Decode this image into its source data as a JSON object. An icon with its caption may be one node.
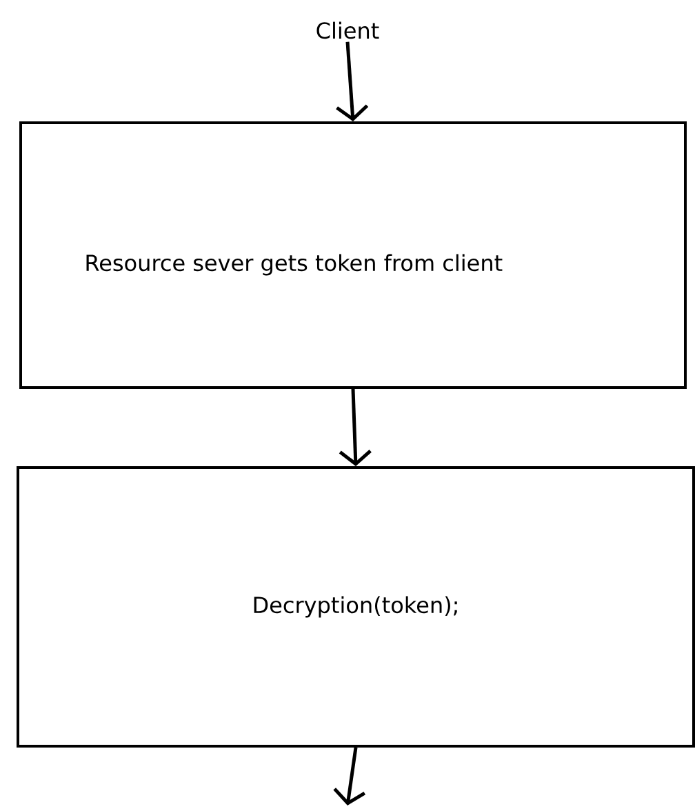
{
  "diagram": {
    "nodes": [
      {
        "text": [
          "Client"
        ]
      },
      {
        "text": [
          "Resource sever gets token from client"
        ]
      },
      {
        "text": [
          "Decryption(token);"
        ]
      }
    ],
    "edges": [
      {
        "from": 0,
        "to": 1,
        "arrow": "to"
      },
      {
        "from": 1,
        "to": 2,
        "arrow": "to"
      },
      {
        "from": 2,
        "to": null,
        "arrow": "to"
      }
    ]
  }
}
